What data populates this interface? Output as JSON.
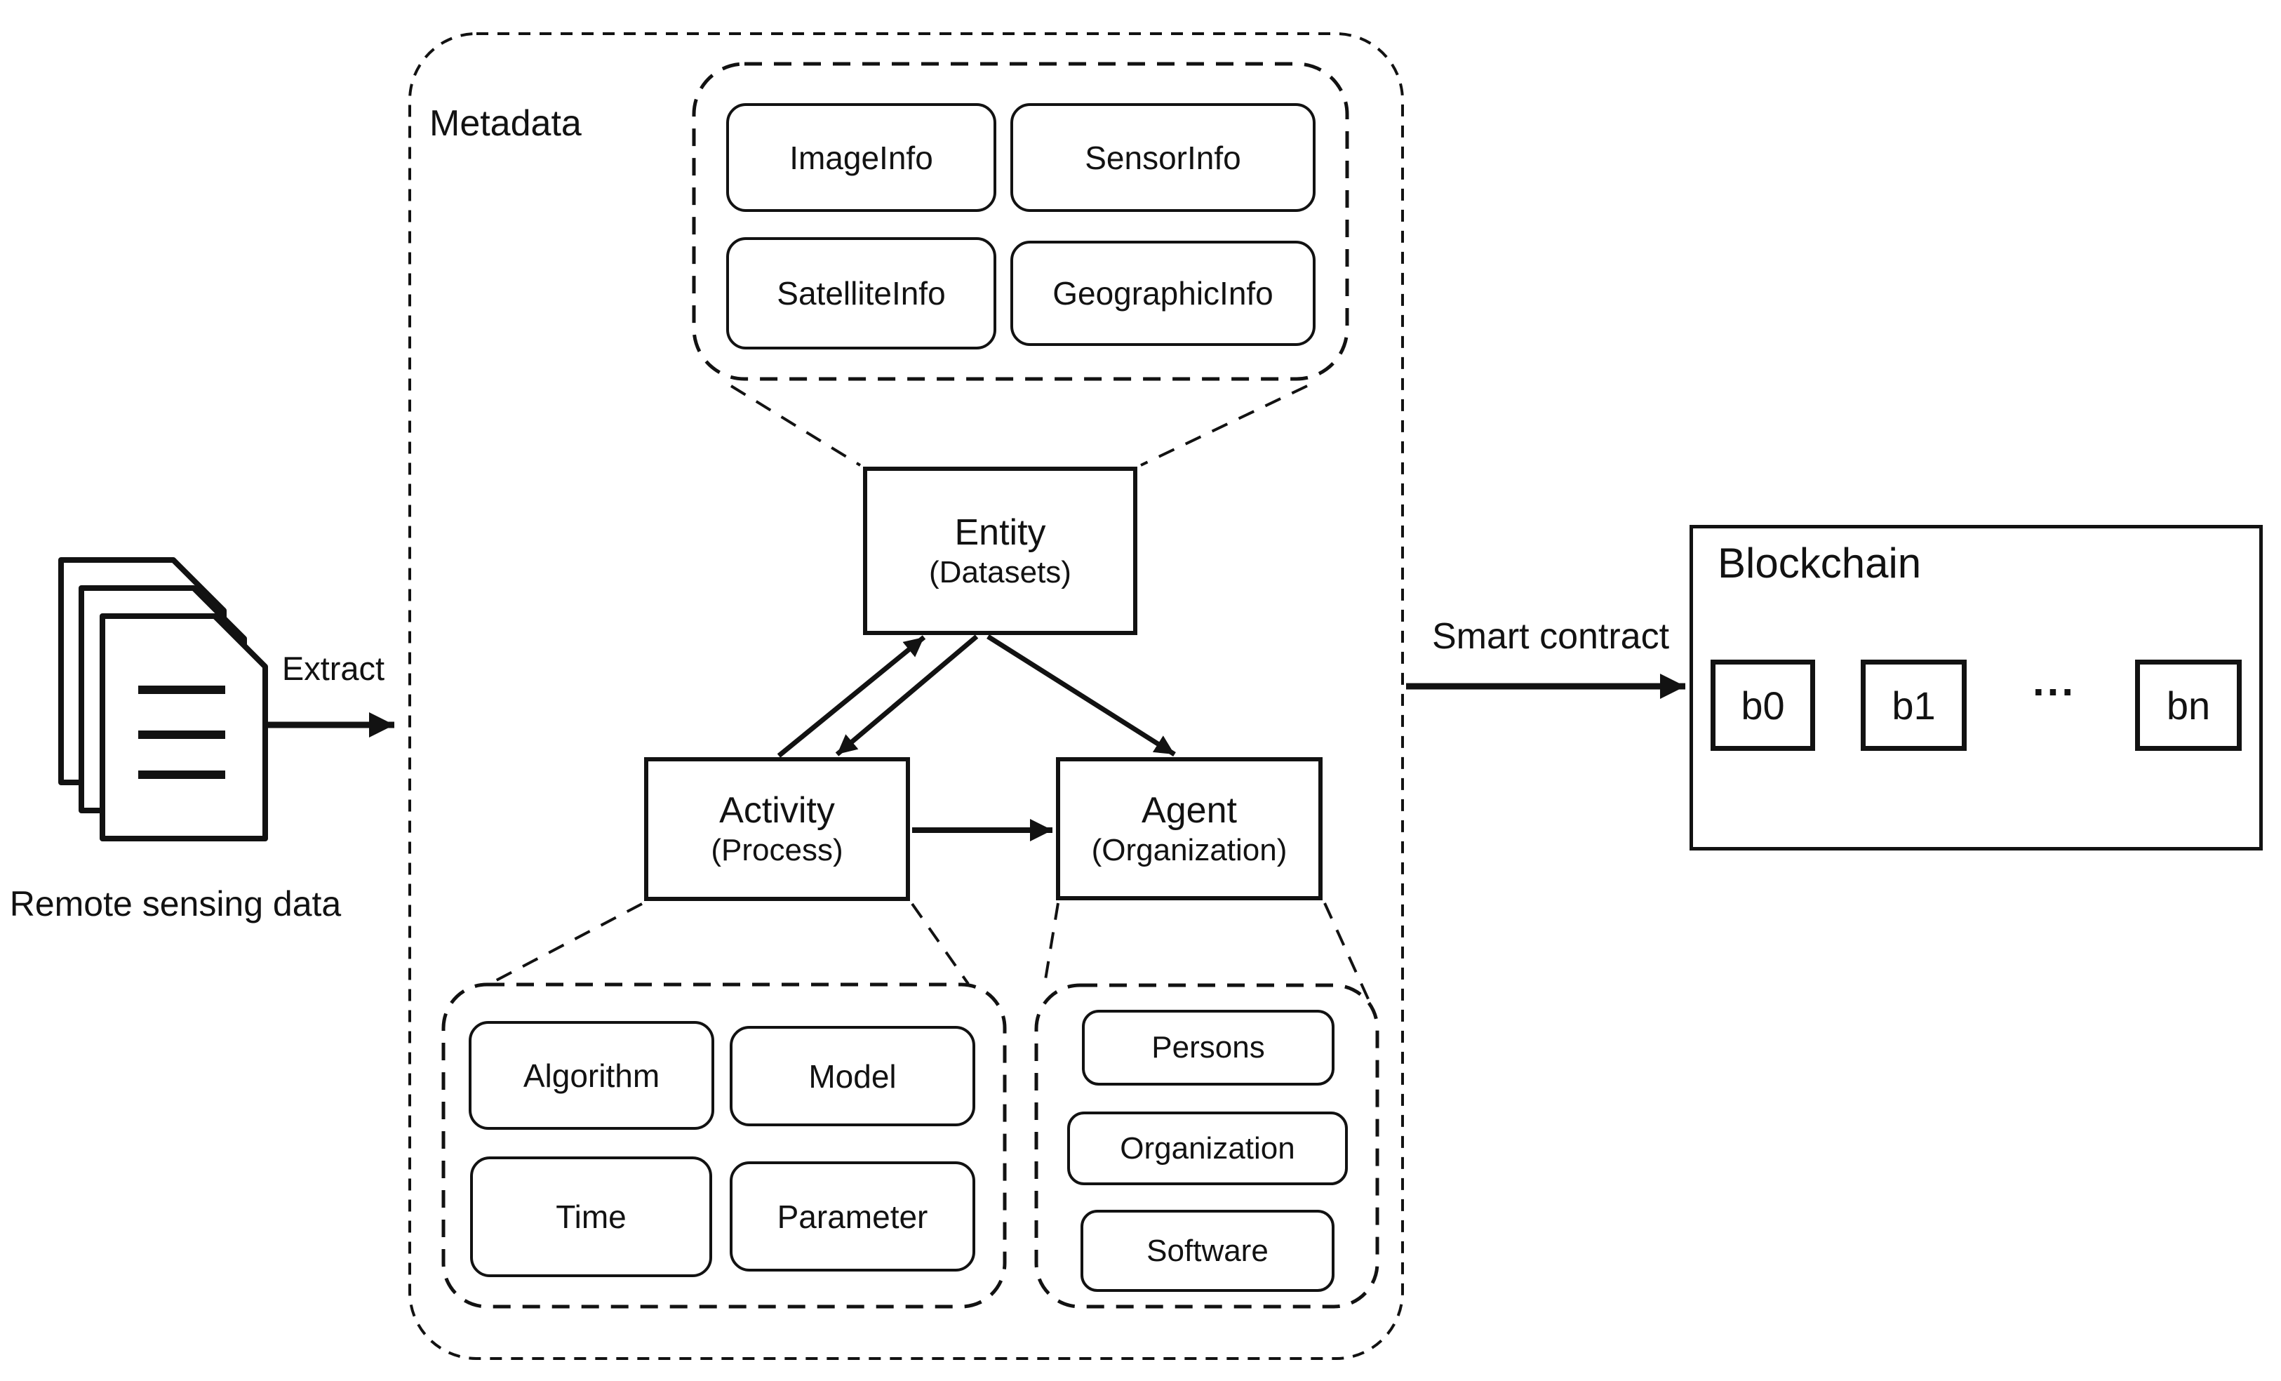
{
  "diagram": {
    "metadata_label": "Metadata",
    "extract_label": "Extract",
    "source_label": "Remote sensing data",
    "smart_contract_label": "Smart contract",
    "nodes": {
      "entity": {
        "title": "Entity",
        "subtitle": "(Datasets)"
      },
      "activity": {
        "title": "Activity",
        "subtitle": "(Process)"
      },
      "agent": {
        "title": "Agent",
        "subtitle": "(Organization)"
      }
    },
    "entity_fields": [
      "ImageInfo",
      "SensorInfo",
      "SatelliteInfo",
      "GeographicInfo"
    ],
    "activity_fields": [
      "Algorithm",
      "Model",
      "Time",
      "Parameter"
    ],
    "agent_fields": [
      "Persons",
      "Organization",
      "Software"
    ],
    "blockchain": {
      "title": "Blockchain",
      "blocks": [
        "b0",
        "b1",
        "bn"
      ],
      "ellipsis": "..."
    },
    "colors": {
      "ink": "#121212",
      "background": "#ffffff"
    }
  }
}
